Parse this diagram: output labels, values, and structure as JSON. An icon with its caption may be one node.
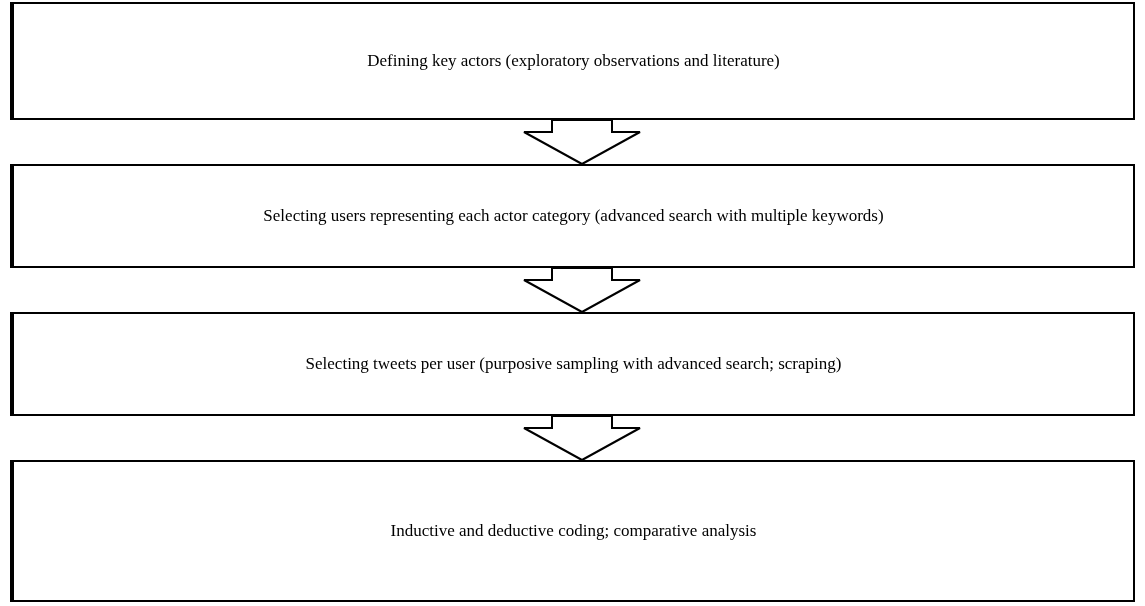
{
  "diagram": {
    "nodes": [
      {
        "text": [
          "Defining key actors (exploratory observations and literature)"
        ]
      },
      {
        "text": [
          "Selecting users representing each actor category (advanced search with multiple keywords)"
        ]
      },
      {
        "text": [
          "Selecting tweets per user (purposive sampling with advanced search; scraping)"
        ]
      },
      {
        "text": [
          "Inductive and deductive coding; comparative analysis"
        ]
      }
    ],
    "edges": [
      {
        "from": 0,
        "to": 1,
        "arrow": "to"
      },
      {
        "from": 1,
        "to": 2,
        "arrow": "to"
      },
      {
        "from": 2,
        "to": 3,
        "arrow": "to"
      }
    ]
  }
}
